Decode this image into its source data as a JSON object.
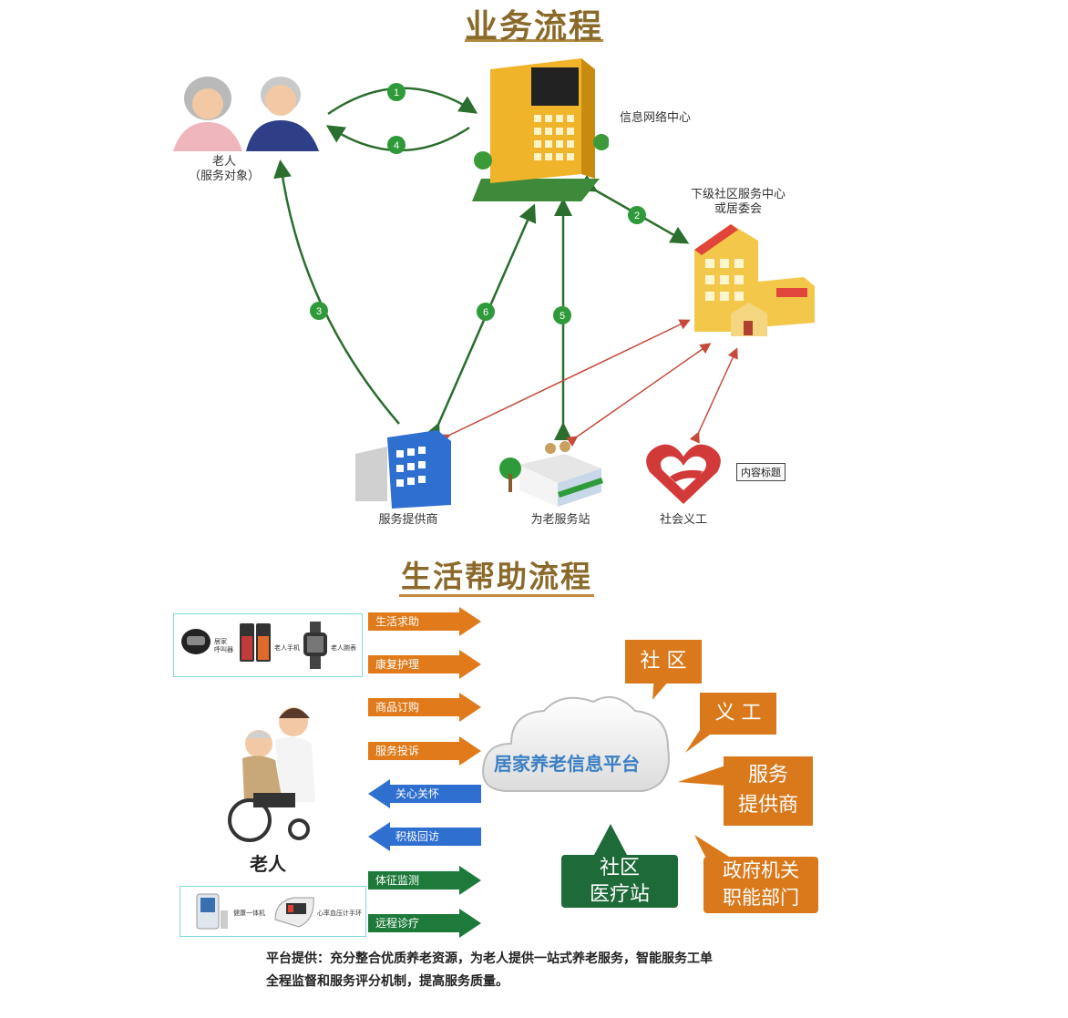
{
  "section1": {
    "title": "业务流程",
    "nodes": {
      "elderly": {
        "name": "老人",
        "sub": "（服务对象）"
      },
      "info_center": "信息网络中心",
      "community_center": {
        "line1": "下级社区服务中心",
        "line2": "或居委会"
      },
      "provider": "服务提供商",
      "station": "为老服务站",
      "volunteer": "社会义工",
      "content_tag": "内容标题"
    },
    "steps": [
      "1",
      "2",
      "3",
      "4",
      "5",
      "6"
    ]
  },
  "section2": {
    "title": "生活帮助流程",
    "devices_top": {
      "d1": "居家\n呼叫器",
      "d2": "老人手机",
      "d3": "老人腕表"
    },
    "devices_bottom": {
      "d1": "健康一体机",
      "d2": "心率血压计手环"
    },
    "elderly_label": "老人",
    "arrows_orange": [
      "生活求助",
      "康复护理",
      "商品订购",
      "服务投诉"
    ],
    "arrows_blue": [
      "关心关怀",
      "积极回访"
    ],
    "arrows_green": [
      "体征监测",
      "远程诊疗"
    ],
    "platform": "居家养老信息平台",
    "boxes": {
      "community": "社  区",
      "volunteer": "义  工",
      "provider": [
        "服务",
        "提供商"
      ],
      "clinic": [
        "社区",
        "医疗站"
      ],
      "government": [
        "政府机关",
        "职能部门"
      ]
    },
    "caption": {
      "line1": "平台提供：充分整合优质养老资源，为老人提供一站式养老服务，智能服务工单",
      "line2": "全程监督和服务评分机制，提高服务质量。"
    }
  },
  "colors": {
    "orange": "#e07a1a",
    "box_orange": "#d9791c",
    "blue": "#2f6fd0",
    "green": "#1e7a3a",
    "title": "#8a6a2a",
    "circle": "#2f9a3a",
    "red_arrow": "#c44a3a"
  }
}
